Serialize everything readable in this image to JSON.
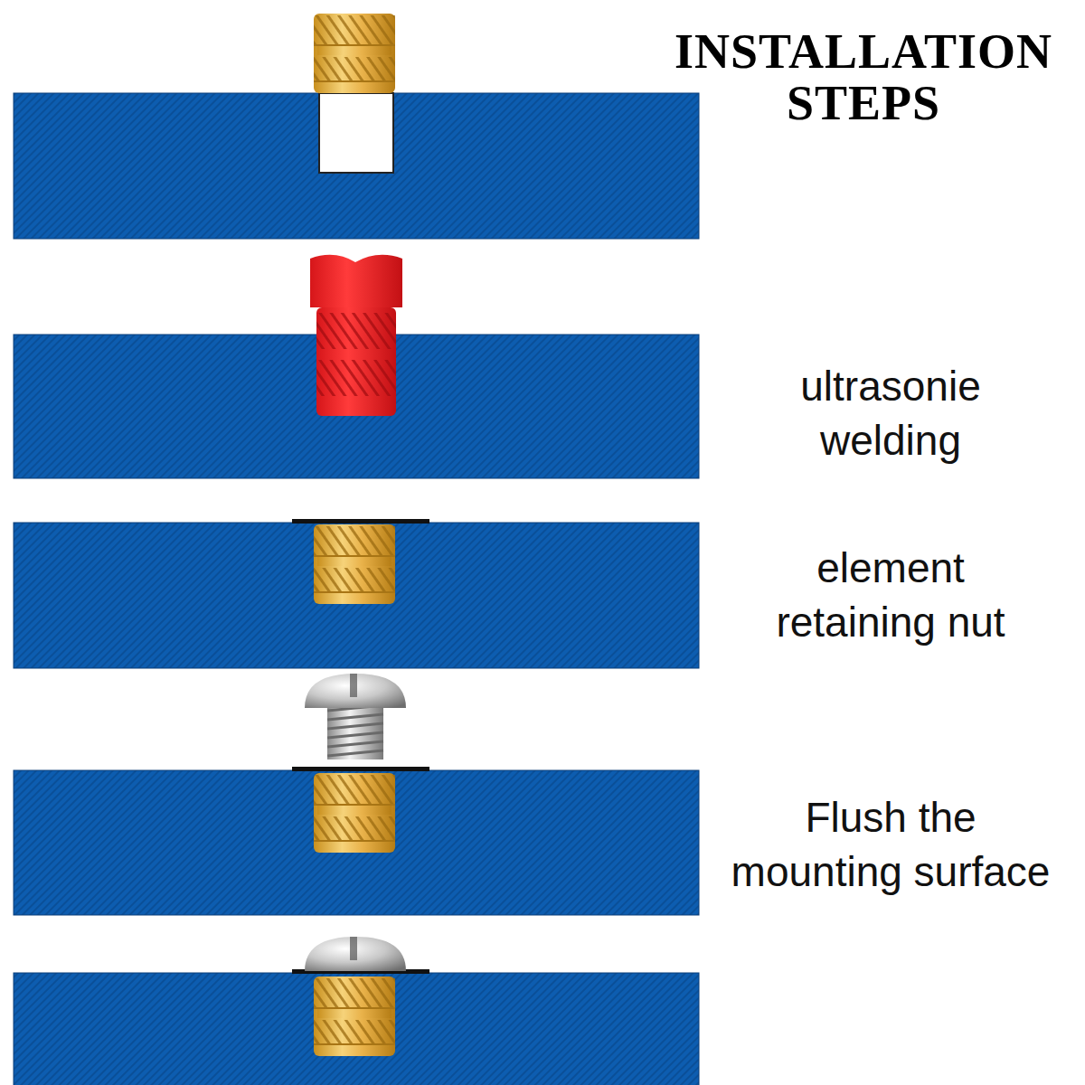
{
  "diagram": {
    "title": "INSTALLATION STEPS",
    "labels": [
      "ultrasonie welding",
      "element retaining nut",
      "Flush the mounting surface"
    ]
  }
}
